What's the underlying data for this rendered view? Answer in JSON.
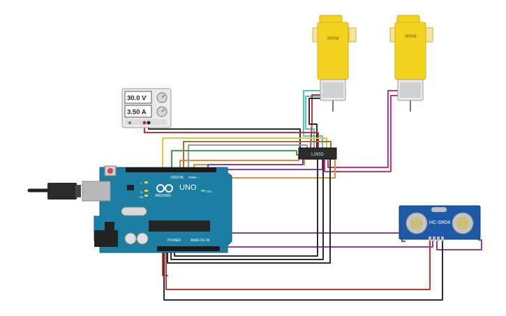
{
  "motors": [
    {
      "label": "0RPM"
    },
    {
      "label": "0RPM"
    }
  ],
  "power_supply": {
    "voltage": "30.0 V",
    "current": "3.50 A"
  },
  "driver_chip": {
    "label": "L293D"
  },
  "arduino": {
    "logo": "UNO",
    "brand": "ARDUINO",
    "digital_label": "DIGITAL",
    "pwm_label": "PWM ~",
    "power_label": "POWER",
    "analog_label": "ANALOG IN",
    "on_label": "ON",
    "tx_label": "TX",
    "rx_label": "RX",
    "l_label": "L"
  },
  "sensor": {
    "label": "HC-SR04"
  },
  "wire_colors": {
    "black": "#2b2b2b",
    "red": "#d32f2f",
    "cyan": "#4fc3c9",
    "purple": "#8a3fa8",
    "magenta": "#d0337a",
    "orange": "#e8892b",
    "yellow": "#e8c431",
    "brown": "#a07040",
    "green": "#3aa546",
    "board": "#1d7ea3",
    "motor": "#f2d21e"
  }
}
